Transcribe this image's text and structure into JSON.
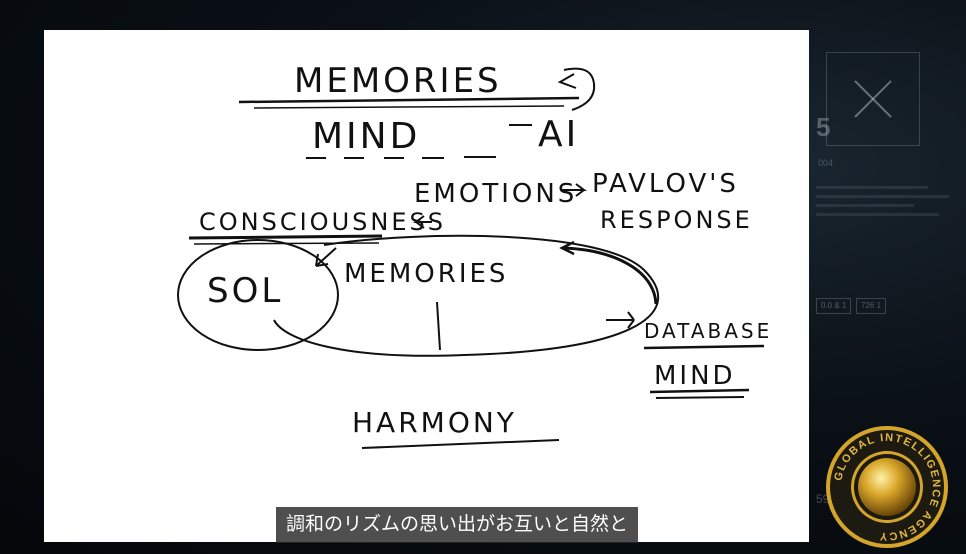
{
  "board": {
    "title": "MEMORIES",
    "subtitle": "MIND",
    "ai": "AI",
    "emotions": "EMOTIONS",
    "pavlov_line1": "PAVLOV'S",
    "pavlov_line2": "RESPONSE",
    "consciousness": "CONSCIOUSNESS",
    "soul": "SOL",
    "memories": "MEMORIES",
    "database": "DATABASE",
    "database_mind": "MIND",
    "harmony": "HARMONY"
  },
  "hud": {
    "number": "5",
    "code": "004",
    "chip_left": "0.0 & 1",
    "chip_right": "726 1",
    "corner": "59"
  },
  "logo": {
    "text": "GLOBAL INTELLIGENCE AGENCY",
    "colors": {
      "ring": "#1d1a12",
      "gold": "#d4a52a",
      "sphere": "#c8961e"
    }
  },
  "caption": "調和のリズムの思い出がお互いと自然と"
}
